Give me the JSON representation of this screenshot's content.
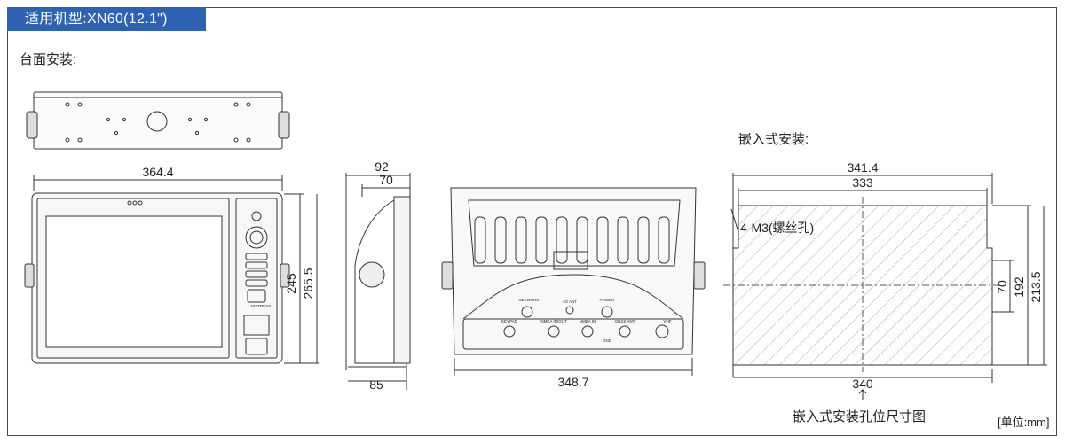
{
  "header": {
    "title": "适用机型:XN60(12.1\")",
    "accent_color": "#2f62b3"
  },
  "sections": {
    "desktop_mount": "台面安装:",
    "flush_mount": "嵌入式安装:",
    "cutout_caption": "嵌入式安装孔位尺寸图",
    "unit": "[单位:mm]"
  },
  "dimensions": {
    "front_width": "364.4",
    "front_height_inner": "245",
    "front_height_outer": "265.5",
    "side_depth_total": "92",
    "side_depth_inner": "70",
    "side_base": "85",
    "rear_width": "348.7",
    "cutout_width_outer": "341.4",
    "cutout_width_inner": "333",
    "cutout_width_bottom": "340",
    "cutout_height_hole": "70",
    "cutout_height_inner": "192",
    "cutout_height_outer": "213.5",
    "screw_holes": "4-M3(螺丝孔)"
  },
  "rear_ports": {
    "network": "NETWORK",
    "hg_ant": "4G ANT",
    "power": "POWER",
    "keypad": "KEYPAD",
    "nmea_in_out": "NMEA IN/OUT",
    "nmea_in": "NMEA IN",
    "gnss_ant": "GNSS ANT",
    "vhf": "VHF",
    "gnd": "GND"
  },
  "front_panel": {
    "button_label": "DISTRESS"
  }
}
